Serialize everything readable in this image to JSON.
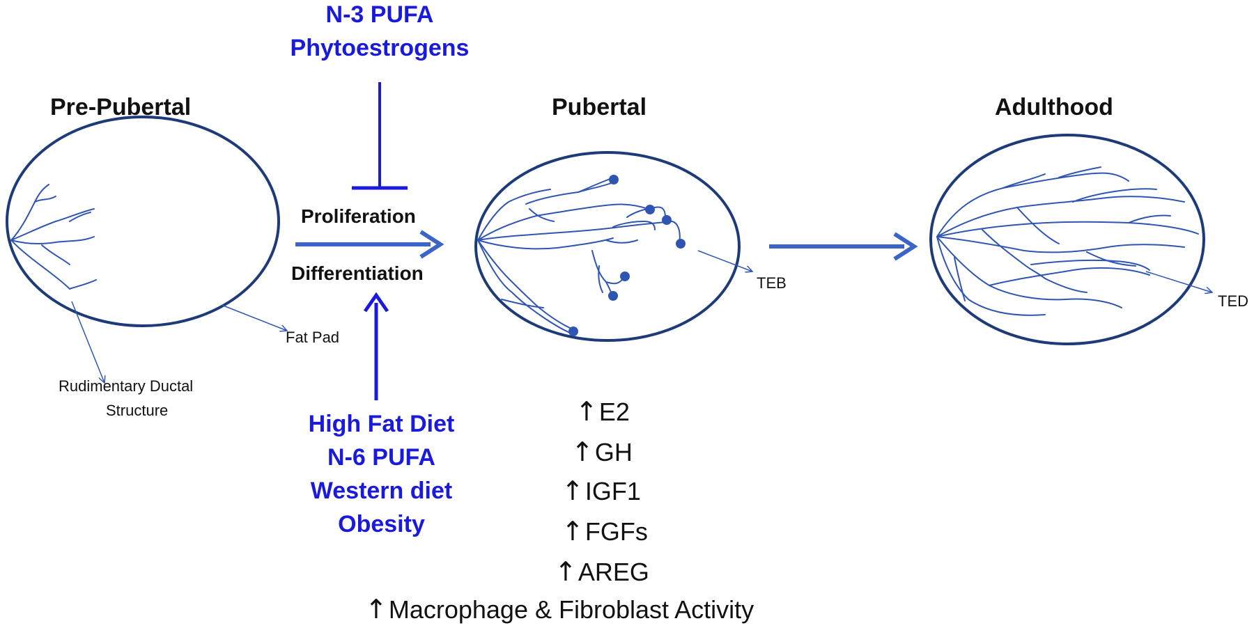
{
  "stages": {
    "pre_pubertal": "Pre-Pubertal",
    "pubertal": "Pubertal",
    "adulthood": "Adulthood"
  },
  "inhibitors": {
    "line1": "N-3 PUFA",
    "line2": "Phytoestrogens"
  },
  "process": {
    "proliferation": "Proliferation",
    "differentiation": "Differentiation"
  },
  "promoters": {
    "line1": "High Fat Diet",
    "line2": "N-6 PUFA",
    "line3": "Western diet",
    "line4": "Obesity"
  },
  "annotations": {
    "fat_pad": "Fat Pad",
    "rudimentary_line1": "Rudimentary Ductal",
    "rudimentary_line2": "Structure",
    "teb": "TEB",
    "ted": "TED"
  },
  "factors": {
    "arrow_symbol": "↑",
    "items": [
      "E2",
      "GH",
      "IGF1",
      "FGFs",
      "AREG",
      "Macrophage & Fibroblast Activity"
    ]
  },
  "colors": {
    "blue_text": "#1a1adc",
    "arrow_blue": "#3a64c8",
    "duct_blue": "#2f55b3",
    "ellipse_outline": "#1d3b78"
  }
}
